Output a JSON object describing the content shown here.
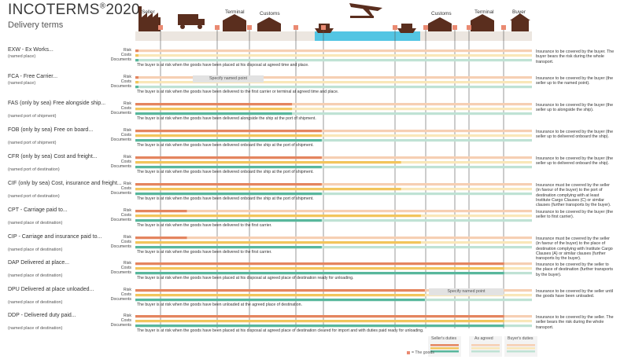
{
  "header": {
    "title": "INCOTERMS",
    "title_sup": "®",
    "title_year": "2020",
    "subtitle": "Delivery terms"
  },
  "locations": {
    "seller": "Seller",
    "terminal_left": "Terminal",
    "customs_left": "Customs",
    "customs_right": "Customs",
    "terminal_right": "Terminal",
    "buyer": "Buyer"
  },
  "colors": {
    "seller_dark": "#e4855f",
    "seller_light": "#f6cfb3",
    "costs_dark": "#f2c55c",
    "costs_light": "#f9e7b9",
    "docs_dark": "#58b79c",
    "docs_light": "#bfe2d4",
    "icon": "#5a2e1e",
    "marker": "#ea8a72",
    "water": "#53c5e3"
  },
  "row_labels": {
    "risk": "Risk",
    "costs": "Costs",
    "docs": "Documents"
  },
  "terms": [
    {
      "name": "EXW - Ex Works...",
      "place": "(named place)",
      "risk": 0.0,
      "costs": 0.0,
      "docs": 0.0,
      "note": "The buyer is at risk when the goods have been placed at his disposal at agreed time and place.",
      "right": "Insurance to be covered by the buyer. The buyer bears the risk during the whole transport."
    },
    {
      "name": "FCA - Free Carrier...",
      "place": "(named place)",
      "risk": 0.0,
      "costs": 0.0,
      "docs": 0.0,
      "specify": "Specify named point",
      "note": "The buyer is at risk when the goods have been delivered to the first carrier or terminal at agreed time and place.",
      "right": "Insurance to be covered by the buyer (the seller up to the named point)."
    },
    {
      "name": "FAS (only by sea) Free alongside ship...",
      "place": "(named port of shipment)",
      "risk": 0.395,
      "costs": 0.395,
      "docs": 0.395,
      "note": "The buyer is at risk when the goods have been delivered alongside the ship at the port of shipment.",
      "right": "Insurance to be covered by the buyer (the seller up to alongside the ship)."
    },
    {
      "name": "FOB (only by sea) Free on board...",
      "place": "(named port of shipment)",
      "risk": 0.47,
      "costs": 0.47,
      "docs": 0.47,
      "note": "The buyer is at risk when the goods have been delivered onboard the ship at the port of shipment.",
      "right": "Insurance to be covered by the buyer (the seller up to delivered onboard the ship)."
    },
    {
      "name": "CFR (only by sea) Cost and freight...",
      "place": "(named port of destination)",
      "risk": 0.47,
      "costs": 0.67,
      "docs": 0.47,
      "note": "The buyer is at risk when the goods have been delivered onboard the ship at the port of shipment.",
      "right": "Insurance to be covered by the buyer (the seller up to delivered onboard the ship)."
    },
    {
      "name": "CIF (only by sea) Cost, insurance and freight...",
      "place": "(named port of destination)",
      "risk": 0.47,
      "costs": 0.67,
      "docs": 0.47,
      "note": "The buyer is at risk when the goods have been delivered onboard the ship at the port of shipment.",
      "right": "Insurance must be covered by the seller (in favour of the buyer) to the port of destination complying with at least Institute Cargo Clauses (C) or similar clauses (further transports by the buyer)."
    },
    {
      "name": "CPT - Carriage paid to...",
      "place": "(named place of destination)",
      "risk": 0.13,
      "costs": 0.72,
      "docs": 0.47,
      "note": "The buyer is at risk when the goods have been delivered to the first carrier.",
      "right": "Insurance to be covered by the buyer (the seller to first carrier)."
    },
    {
      "name": "CIP - Carriage and insurance paid to...",
      "place": "(named place of destination)",
      "risk": 0.13,
      "costs": 0.72,
      "docs": 0.47,
      "note": "The buyer is at risk when the goods have been delivered to the first carrier.",
      "right": "Insurance must be covered by the seller (in favour of the buyer) to the place of destination complying with Institute Cargo Clauses (A) or similar clauses (further transports by the buyer)."
    },
    {
      "name": "DAP Delivered at place...",
      "place": "(named place of destination)",
      "risk": 0.93,
      "costs": 0.93,
      "docs": 0.93,
      "note": "The buyer is at risk when the goods have been placed at his disposal at agreed place of destination ready for unloading.",
      "right": "Insurance to be covered by the seller to the place of destination (further transports by the buyer)."
    },
    {
      "name": "DPU Delivered at place unloaded...",
      "place": "(named place of destination)",
      "risk": 0.73,
      "costs": 0.73,
      "docs": 0.73,
      "specify": "Specify named point",
      "note": "The buyer is at risk when the goods have been unloaded at the agreed place of destination.",
      "right": "Insurance to be covered by the seller until the goods have been unloaded."
    },
    {
      "name": "DDP - Delivered duty paid...",
      "place": "(named place of destination)",
      "risk": 0.93,
      "costs": 0.93,
      "docs": 0.93,
      "note": "The buyer is at risk when the goods have been placed at his disposal at agreed place of destination cleared for import and with duties paid ready for unloading.",
      "right": "Insurance to be covered by the seller. The seller bears the risk during the whole transport."
    }
  ],
  "legend": {
    "sellers_duties": "Seller's duties",
    "as_agreed": "As agreed",
    "buyers_duties": "Buyer's duties",
    "the_goods": "= The goods"
  }
}
